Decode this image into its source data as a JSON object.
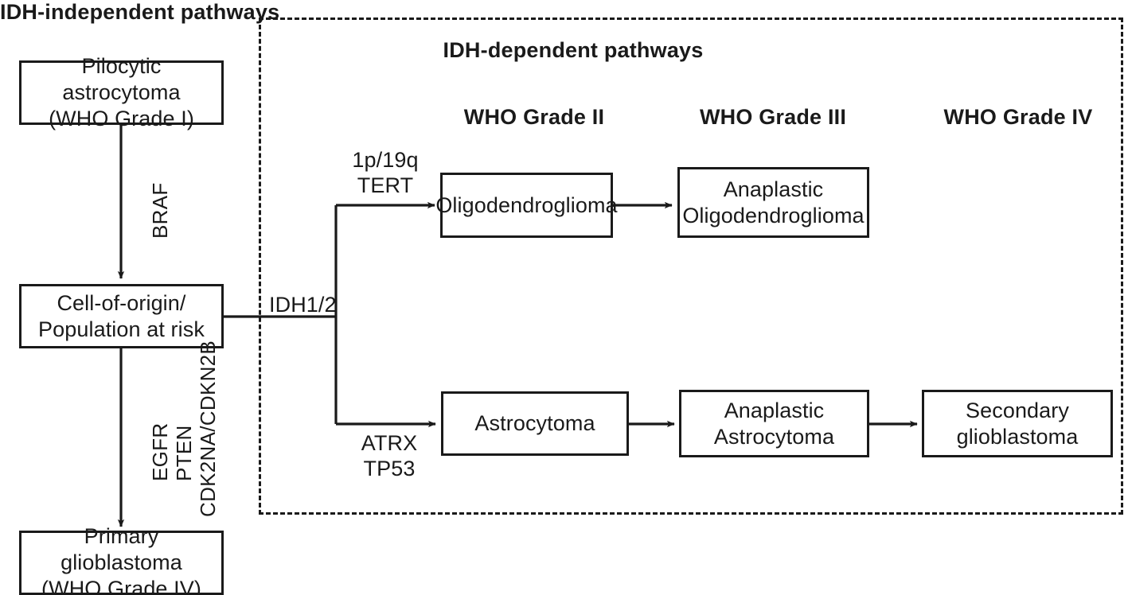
{
  "diagram": {
    "title_independent": "IDH-independent pathways",
    "title_dependent": "IDH-dependent pathways",
    "grade_headers": [
      {
        "label": "WHO Grade II"
      },
      {
        "label": "WHO Grade III"
      },
      {
        "label": "WHO Grade IV"
      }
    ],
    "nodes": {
      "pilocytic": "Pilocytic astrocytoma\n(WHO Grade I)",
      "cell_of_origin": "Cell-of-origin/\nPopulation at risk",
      "primary_gbm": "Primary glioblastoma\n(WHO Grade IV)",
      "oligodendroglioma": "Oligodendroglioma",
      "anaplastic_oligodendroglioma": "Anaplastic\nOligodendroglioma",
      "astrocytoma": "Astrocytoma",
      "anaplastic_astrocytoma": "Anaplastic\nAstrocytoma",
      "secondary_gbm": "Secondary\nglioblastoma"
    },
    "edge_labels": {
      "braf": "BRAF",
      "egfr": "EGFR",
      "pten": "PTEN",
      "cdkn": "CDK2NA/CDKN2B",
      "idh12": "IDH1/2",
      "oligo_markers": "1p/19q\nTERT",
      "astro_markers": "ATRX\nTP53"
    },
    "colors": {
      "stroke": "#1a1a1a",
      "background": "#ffffff"
    }
  }
}
